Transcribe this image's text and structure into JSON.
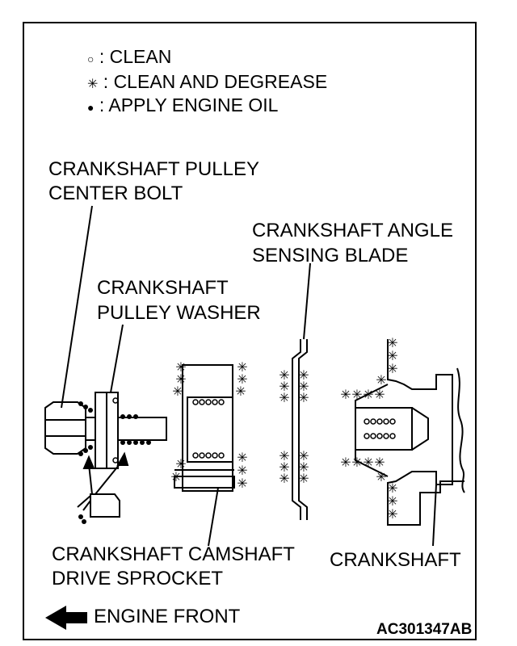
{
  "legend": [
    {
      "symbol": "○",
      "icon": "open-circle",
      "text": ": CLEAN"
    },
    {
      "symbol": "✳",
      "icon": "asterisk",
      "text": ": CLEAN AND DEGREASE"
    },
    {
      "symbol": "●",
      "icon": "filled-dot",
      "text": ": APPLY ENGINE OIL"
    }
  ],
  "labels": {
    "center_bolt": [
      "CRANKSHAFT PULLEY",
      "CENTER BOLT"
    ],
    "angle_blade": [
      "CRANKSHAFT ANGLE",
      "SENSING BLADE"
    ],
    "pulley_washer": [
      "CRANKSHAFT",
      "PULLEY WASHER"
    ],
    "sprocket": [
      "CRANKSHAFT CAMSHAFT",
      "DRIVE SPROCKET"
    ],
    "crankshaft": "CRANKSHAFT"
  },
  "direction_label": "ENGINE FRONT",
  "figure_code": "AC301347AB"
}
